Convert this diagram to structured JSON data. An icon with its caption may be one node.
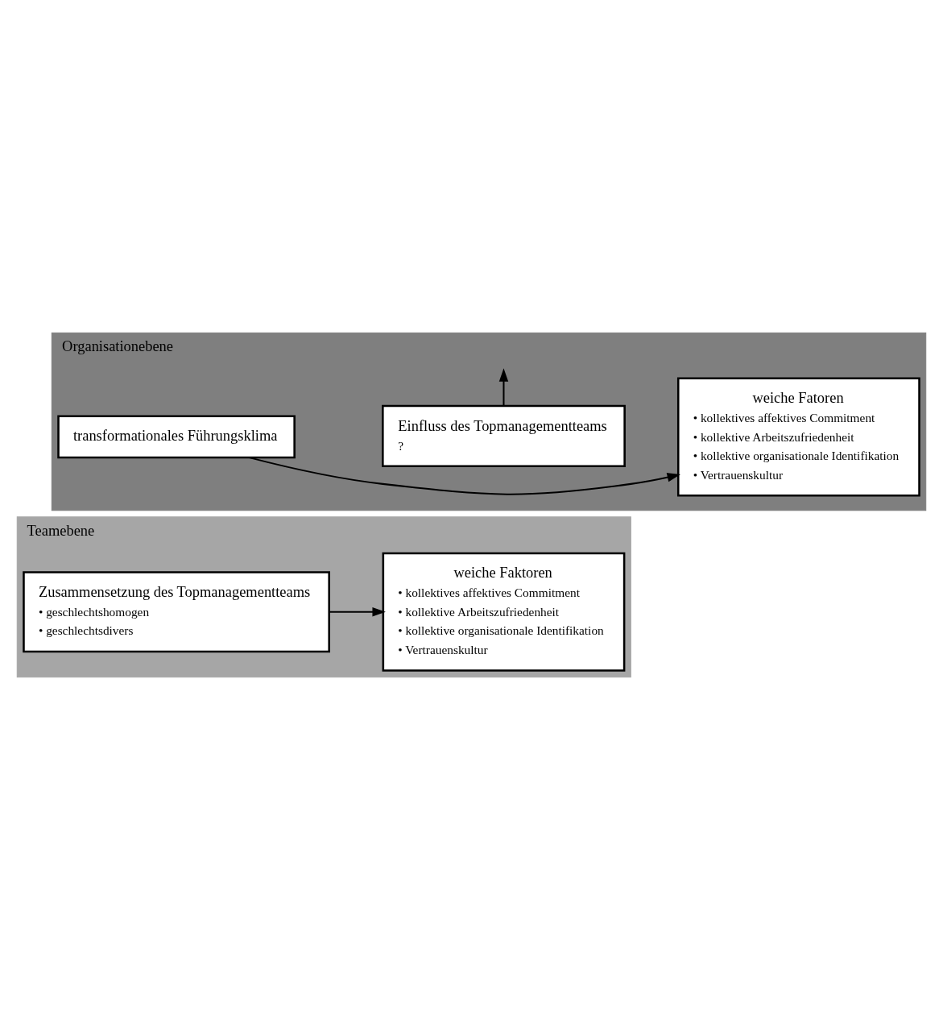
{
  "diagram": {
    "nodes": [
      {
        "text": [
          "Teamebene"
        ]
      },
      {
        "text": [
          "Zusammensetzung des Topmanagementteams",
          "• geschlechtshomogen",
          "• geschlechtsdivers"
        ],
        "in": 0
      },
      {
        "text": [
          "weiche Faktoren",
          "• kollektives affektives Commitment",
          "• kollektive Arbeitszufriedenheit",
          "• kollektive organisationale Identifikation",
          "• Vertrauenskultur"
        ],
        "in": 0
      },
      {
        "text": [
          "Organisationebene"
        ]
      },
      {
        "text": [
          "Einfluss des Topmanagementteams",
          "?"
        ],
        "in": 3
      },
      {
        "text": [
          "transformationales Führungsklima"
        ],
        "in": 3
      },
      {
        "text": [
          "weiche Fatoren",
          "• kollektives affektives Commitment",
          "• kollektive Arbeitszufriedenheit",
          "• kollektive organisationale Identifikation",
          "• Vertrauenskultur"
        ],
        "in": 3
      }
    ],
    "edges": [
      {
        "from": 1,
        "to": 2,
        "arrow": "to"
      },
      {
        "from": 5,
        "to": 6,
        "arrow": "to"
      },
      {
        "from": 4,
        "to": null,
        "arrow": "to"
      }
    ]
  }
}
